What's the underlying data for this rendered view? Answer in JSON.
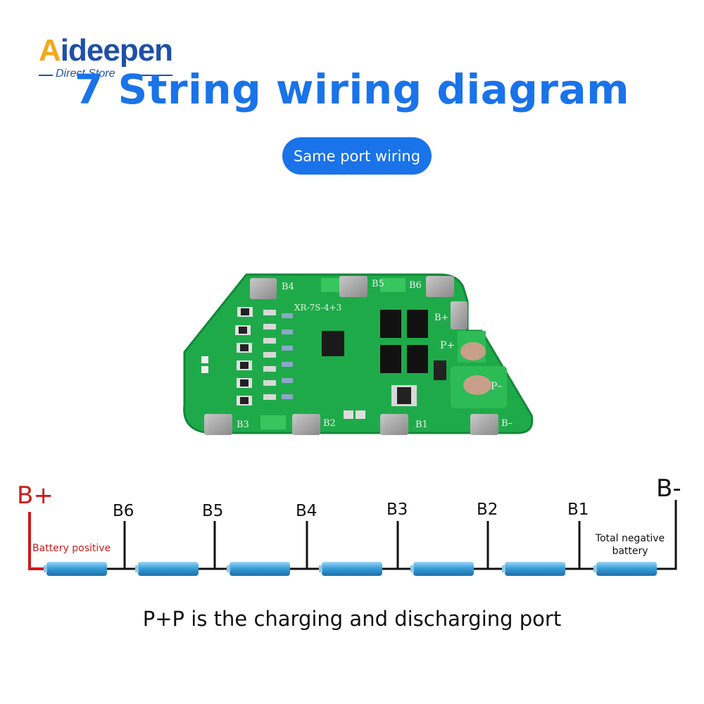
{
  "logo": {
    "brand": "Aideepen",
    "sub": "Direct Store"
  },
  "title": "7 String wiring diagram",
  "pill_label": "Same port wiring",
  "board": {
    "model": "XR-7S-4+3",
    "pad_labels": {
      "b4": "B4",
      "b5": "B5",
      "b6": "B6",
      "bplus": "B+",
      "pplus": "P+",
      "pminus": "P–",
      "b3": "B3",
      "b2": "B2",
      "b1": "B1",
      "bminus": "B–"
    }
  },
  "wiring": {
    "b_plus": "B+",
    "b_minus": "B-",
    "taps": [
      "B6",
      "B5",
      "B4",
      "B3",
      "B2",
      "B1"
    ],
    "battery_positive": "Battery positive",
    "total_negative_line1": "Total negative",
    "total_negative_line2": "battery",
    "cell_count": 7
  },
  "caption": "P+P is the charging and discharging port",
  "colors": {
    "title": "#1a73e8",
    "pcb": "#1faa4a",
    "positive_wire": "#cc1a1a",
    "cell": "#3a9fd8"
  }
}
